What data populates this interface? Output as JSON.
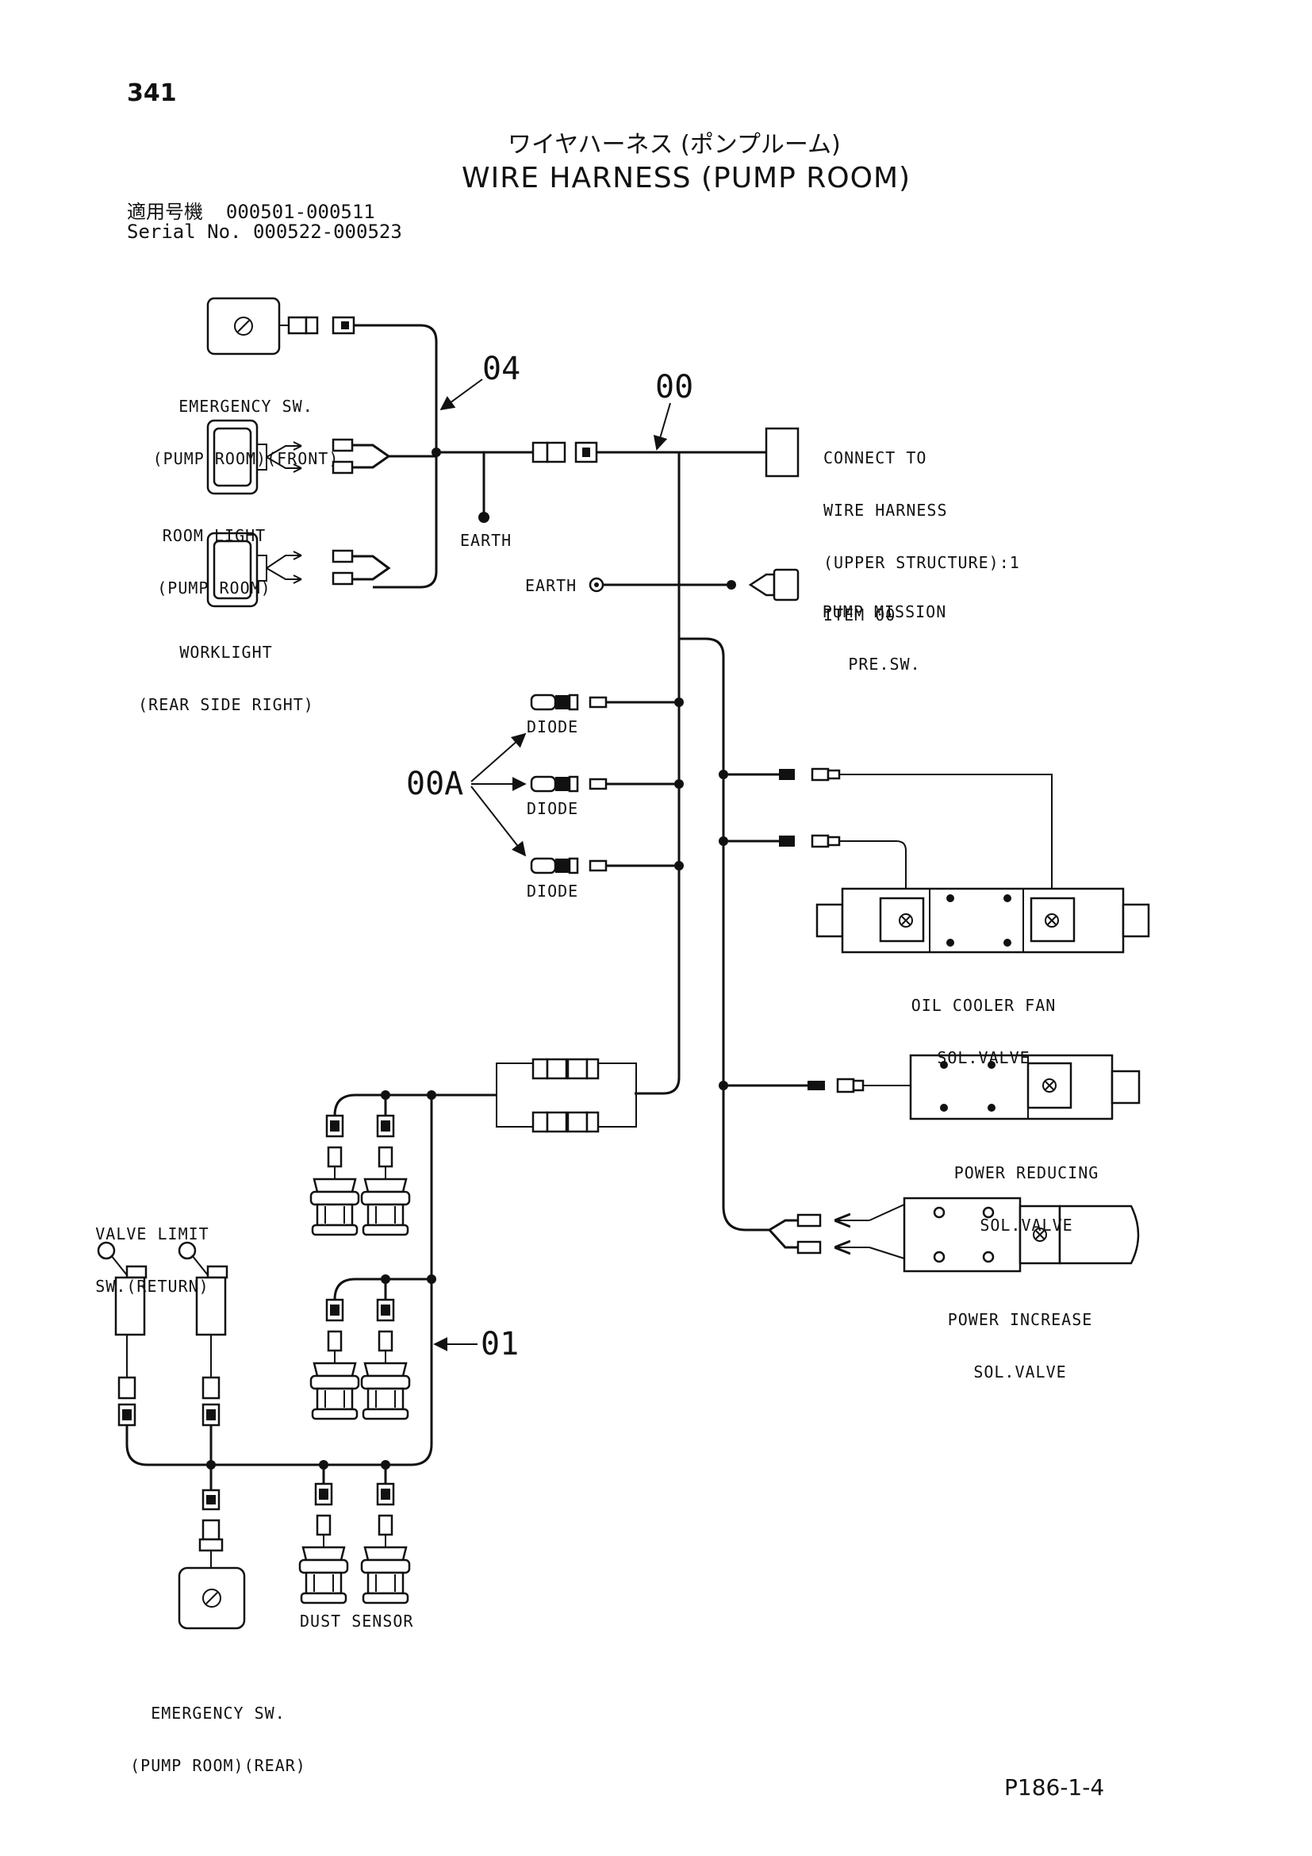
{
  "page": {
    "number": "341",
    "code": "P186-1-4"
  },
  "title": {
    "jp": "ワイヤハーネス (ポンプルーム)",
    "en": "WIRE HARNESS (PUMP ROOM)"
  },
  "serial": {
    "line1_label": "適用号機",
    "line1_value": "000501-000511",
    "line2_label": "Serial No.",
    "line2_value": "000522-000523"
  },
  "callouts": {
    "c04": "04",
    "c00": "00",
    "c00a": "00A",
    "c01": "01"
  },
  "labels": {
    "emergency_front_1": "EMERGENCY SW.",
    "emergency_front_2": "(PUMP ROOM)(FRONT)",
    "room_light_1": "ROOM LIGHT",
    "room_light_2": "(PUMP ROOM)",
    "worklight_1": "WORKLIGHT",
    "worklight_2": "(REAR SIDE RIGHT)",
    "earth_upper": "EARTH",
    "earth_middle": "EARTH",
    "connect_1": "CONNECT TO",
    "connect_2": "WIRE HARNESS",
    "connect_3": "(UPPER STRUCTURE):1",
    "connect_4": "ITEM 00",
    "pump_mission_1": "PUMP MISSION",
    "pump_mission_2": "PRE.SW.",
    "diode_1": "DIODE",
    "diode_2": "DIODE",
    "diode_3": "DIODE",
    "oil_cooler_1": "OIL COOLER FAN",
    "oil_cooler_2": "SOL.VALVE",
    "power_reducing_1": "POWER REDUCING",
    "power_reducing_2": "SOL.VALVE",
    "power_increase_1": "POWER INCREASE",
    "power_increase_2": "SOL.VALVE",
    "valve_limit_1": "VALVE LIMIT",
    "valve_limit_2": "SW.(RETURN)",
    "dust_sensor": "DUST SENSOR",
    "emergency_rear_1": "EMERGENCY SW.",
    "emergency_rear_2": "(PUMP ROOM)(REAR)"
  }
}
